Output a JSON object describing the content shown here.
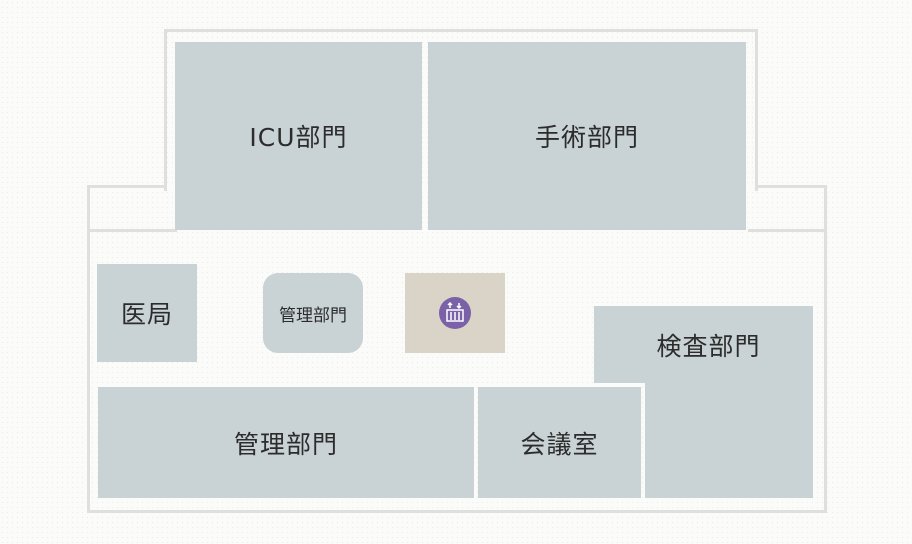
{
  "map": {
    "rooms": {
      "icu": "ICU部門",
      "surgery": "手術部門",
      "medical_office": "医局",
      "admin_small": "管理部門",
      "examination": "検査部門",
      "admin_large": "管理部門",
      "meeting_room": "会議室"
    },
    "elevator": {
      "icon": "elevator-icon",
      "color": "#7a61a8",
      "bg": "#d9d4c7"
    },
    "room_color": "#c9d2d5"
  }
}
